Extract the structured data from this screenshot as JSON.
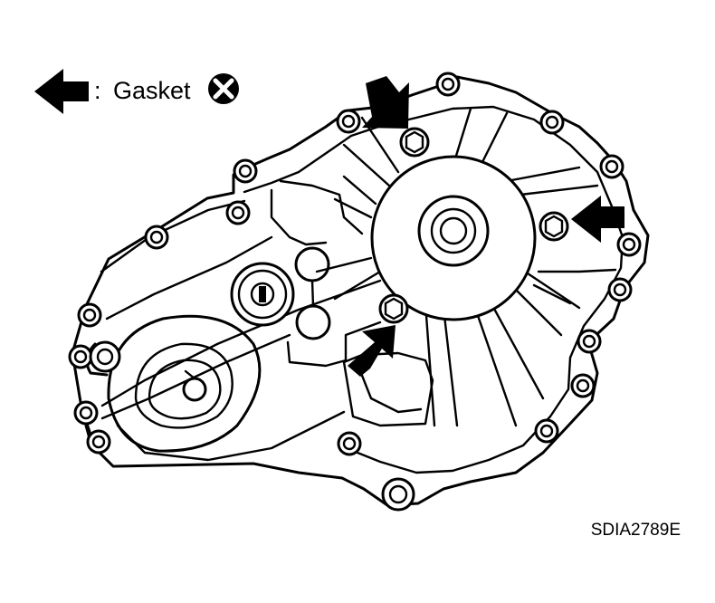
{
  "legend": {
    "separator": ":",
    "label": "Gasket",
    "arrow_icon": "black-left-arrow-icon",
    "symbol_icon": "circled-x-replace-icon"
  },
  "figure_code": "SDIA2789E",
  "arrows": [
    {
      "name": "arrow-bolt-top",
      "target": "bolt-top"
    },
    {
      "name": "arrow-bolt-right",
      "target": "bolt-right"
    },
    {
      "name": "arrow-bolt-bottom",
      "target": "bolt-bottom"
    }
  ],
  "colors": {
    "ink": "#000000",
    "paper": "#ffffff"
  }
}
